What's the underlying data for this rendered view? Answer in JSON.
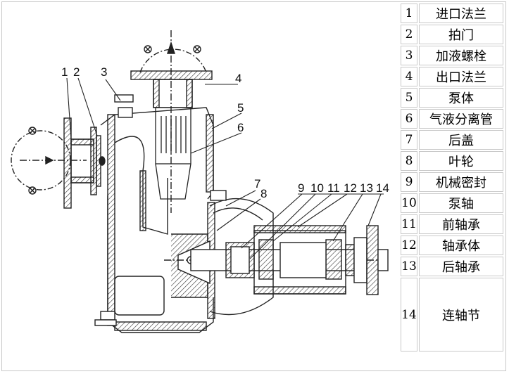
{
  "drawing": {
    "callout_labels": [
      "1",
      "2",
      "3",
      "4",
      "5",
      "6",
      "7",
      "8",
      "9",
      "10",
      "11",
      "12",
      "13",
      "14"
    ]
  },
  "legend": {
    "rows": [
      {
        "num": "1",
        "name": "进口法兰"
      },
      {
        "num": "2",
        "name": "拍门"
      },
      {
        "num": "3",
        "name": "加液螺栓"
      },
      {
        "num": "4",
        "name": "出口法兰"
      },
      {
        "num": "5",
        "name": "泵体"
      },
      {
        "num": "6",
        "name": "气液分离管"
      },
      {
        "num": "7",
        "name": "后盖"
      },
      {
        "num": "8",
        "name": "叶轮"
      },
      {
        "num": "9",
        "name": "机械密封"
      },
      {
        "num": "10",
        "name": "泵轴"
      },
      {
        "num": "11",
        "name": "前轴承"
      },
      {
        "num": "12",
        "name": "轴承体"
      },
      {
        "num": "13",
        "name": "后轴承"
      },
      {
        "num": "14",
        "name": "连轴节"
      }
    ]
  }
}
